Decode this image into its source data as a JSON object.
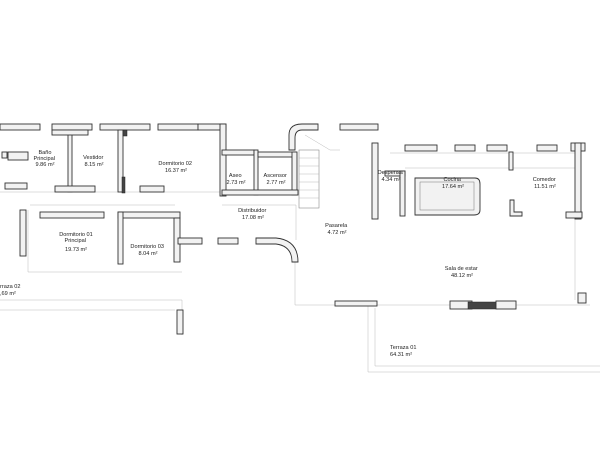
{
  "rooms": [
    {
      "id": "bano-principal",
      "name": "Baño\nPrincipal",
      "area": "9.86 m²"
    },
    {
      "id": "vestidor",
      "name": "Vestidor",
      "area": "8.15 m²"
    },
    {
      "id": "dormitorio-02",
      "name": "Dormitorio 02",
      "area": "16.37 m²"
    },
    {
      "id": "aseo",
      "name": "Aseo",
      "area": "2.73 m²"
    },
    {
      "id": "ascensor",
      "name": "Ascensor",
      "area": "2.77 m²"
    },
    {
      "id": "distribuidor",
      "name": "Distribuidor",
      "area": "17.08 m²"
    },
    {
      "id": "pasarela",
      "name": "Pasarela",
      "area": "4.72 m²"
    },
    {
      "id": "despensa",
      "name": "Despensa",
      "area": "4.34 m²"
    },
    {
      "id": "cocina",
      "name": "Cocina",
      "area": "17.64 m²"
    },
    {
      "id": "comedor",
      "name": "Comedor",
      "area": "11.51 m²"
    },
    {
      "id": "dormitorio-01",
      "name": "Dormitorio 01\nPrincipal",
      "area": "19.73 m²"
    },
    {
      "id": "dormitorio-03",
      "name": "Dormitorio 03",
      "area": "8.04 m²"
    },
    {
      "id": "sala-de-estar",
      "name": "Sala de estar",
      "area": "48.12 m²"
    },
    {
      "id": "terraza-02",
      "name": "rraza 02",
      "area": ",69 m²"
    },
    {
      "id": "terraza-01",
      "name": "Terraza 01",
      "area": "64.31 m²"
    }
  ]
}
